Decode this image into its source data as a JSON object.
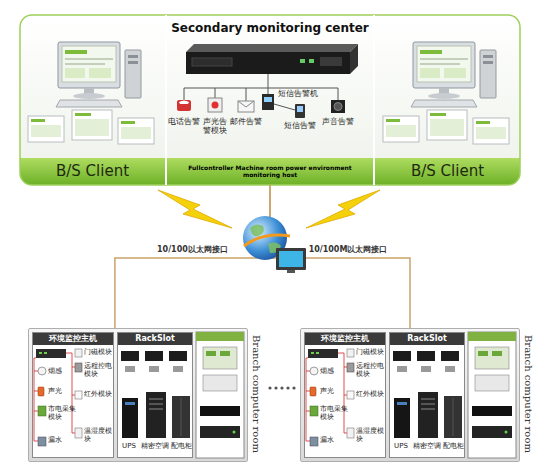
{
  "diagram": {
    "nodes": [
      {
        "text": [
          "B/S Client"
        ]
      },
      {
        "text": [
          "Secondary monitoring center",
          "Fullcontroller Machine room power environment monitoring host"
        ]
      },
      {
        "text": [
          "B/S Client"
        ]
      },
      {
        "text": [
          "Branch computer room"
        ]
      },
      {
        "text": [
          "环境监控主机"
        ],
        "in": 3
      },
      {
        "text": [
          "RackSlot"
        ],
        "in": 3
      },
      {
        "text": [
          "Branch computer room"
        ]
      },
      {
        "text": [
          "环境监控主机"
        ],
        "in": 6
      },
      {
        "text": [
          "RackSlot"
        ],
        "in": 6
      }
    ],
    "edges": [
      {
        "from": 1,
        "to": 3,
        "label": "10/100以太网接口",
        "arrow": "none"
      },
      {
        "from": 1,
        "to": 6,
        "label": "10/100M以太网接口",
        "arrow": "none"
      }
    ],
    "labels": [
      "电话告警",
      "声光告警模块",
      "邮件告警",
      "短信告警机",
      "短信告警",
      "声音告警",
      "门磁模块",
      "远程控电模块",
      "烟感",
      "声光",
      "红外模块",
      "市电采集模块",
      "温湿度模块",
      "漏水",
      "UPS",
      "精密空调",
      "配电柜",
      "门磁模块",
      "远程控电模块",
      "烟感",
      "声光",
      "红外模块",
      "市电采集模块",
      "温湿度模块",
      "漏水",
      "UPS",
      "精密空调",
      "配电柜"
    ]
  }
}
